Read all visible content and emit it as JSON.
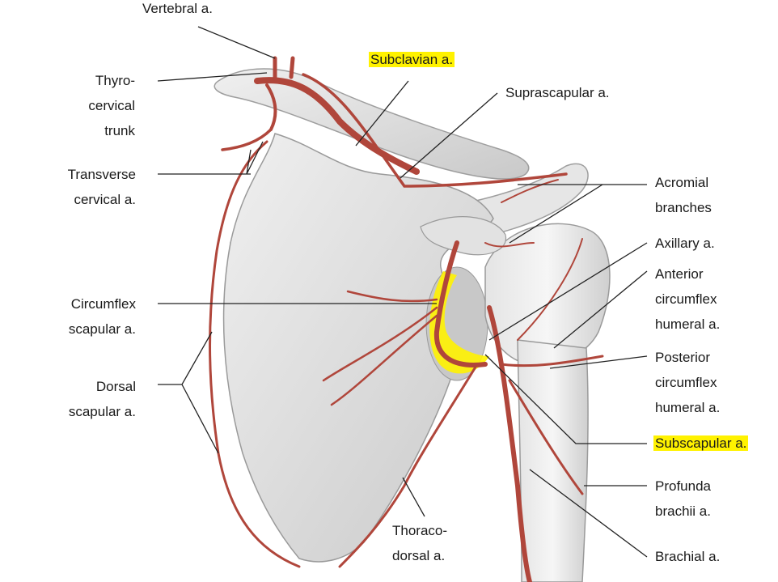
{
  "labels": {
    "vertebral": "Vertebral a.",
    "subclavian": "Subclavian a.",
    "thyrocervical": "Thyro-\ncervical\ntrunk",
    "suprascapular": "Suprascapular a.",
    "transverse_cervical": "Transverse\ncervical a.",
    "acromial": "Acromial\nbranches",
    "axillary": "Axillary a.",
    "anterior_circumflex": "Anterior\ncircumflex\nhumeral a.",
    "circumflex_scapular": "Circumflex\nscapular a.",
    "posterior_circumflex": "Posterior\ncircumflex\nhumeral a.",
    "dorsal_scapular": "Dorsal\nscapular a.",
    "subscapular": "Subscapular a.",
    "profunda_brachii": "Profunda\nbrachii a.",
    "thoracodorsal": "Thoraco-\ndorsal a.",
    "brachial": "Brachial a."
  },
  "highlighted": [
    "subclavian",
    "subscapular"
  ],
  "colors": {
    "bone": "#dcdcdc",
    "bone_shadow": "#b9b9b9",
    "artery": "#b0463b",
    "highlight": "#fff200",
    "leader_line": "#222222"
  }
}
